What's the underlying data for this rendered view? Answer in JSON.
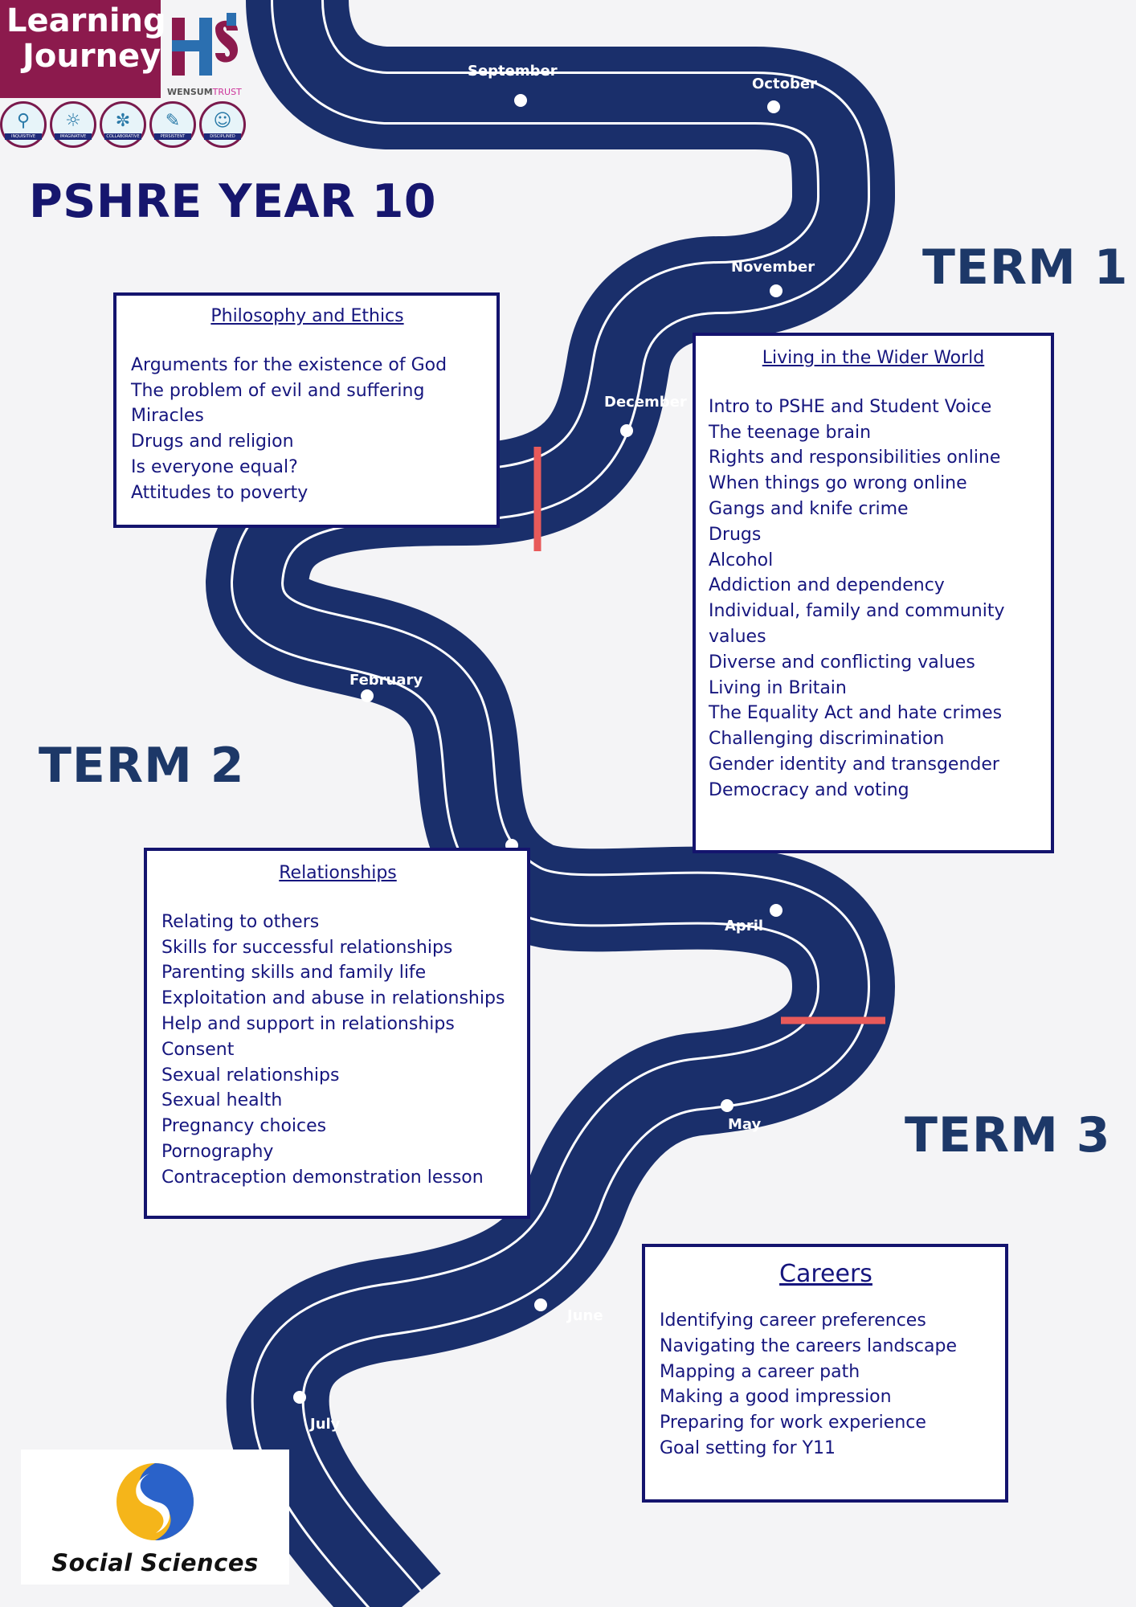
{
  "header": {
    "logo_line1": "Learning",
    "logo_line2": "Journey",
    "trust_name": "WENSUM",
    "trust_suffix": "TRUST",
    "virtues": [
      {
        "label": "INQUISITIVE",
        "icon": "magnifier-icon"
      },
      {
        "label": "IMAGINATIVE",
        "icon": "lightbulb-head-icon"
      },
      {
        "label": "COLLABORATIVE",
        "icon": "group-icon"
      },
      {
        "label": "PERSISTENT",
        "icon": "notebook-icon"
      },
      {
        "label": "DISCIPLINED",
        "icon": "head-brain-icon"
      }
    ]
  },
  "page_title": "PSHRE YEAR 10",
  "terms": {
    "term1": "TERM 1",
    "term2": "TERM 2",
    "term3": "TERM 3"
  },
  "months": {
    "september": "September",
    "october": "October",
    "november": "November",
    "december": "December",
    "february": "February",
    "april": "April",
    "may": "May",
    "june": "June",
    "july": "July"
  },
  "boxes": {
    "philosophy": {
      "title": "Philosophy and Ethics",
      "items": [
        "Arguments for the existence of God",
        "The problem of evil and suffering",
        "Miracles",
        "Drugs and religion",
        "Is everyone equal?",
        "Attitudes to poverty"
      ]
    },
    "wider_world": {
      "title": "Living in the Wider World",
      "items": [
        "Intro to PSHE and Student Voice",
        "The teenage brain",
        "Rights and responsibilities online",
        "When things go wrong online",
        "Gangs and knife crime",
        "Drugs",
        "Alcohol",
        "Addiction and dependency",
        "Individual, family and community",
        "values",
        "Diverse and conflicting values",
        "Living in Britain",
        "The Equality Act and hate crimes",
        "Challenging discrimination",
        "Gender identity and transgender",
        "Democracy and voting"
      ]
    },
    "relationships": {
      "title": "Relationships",
      "items": [
        "Relating to others",
        "Skills for successful relationships",
        "Parenting skills and family life",
        "Exploitation and abuse in relationships",
        "Help and support in relationships",
        "Consent",
        "Sexual relationships",
        "Sexual health",
        "Pregnancy choices",
        "Pornography",
        "Contraception demonstration lesson"
      ]
    },
    "careers": {
      "title": "Careers",
      "items": [
        "Identifying career preferences",
        "Navigating the careers landscape",
        "Mapping a career path",
        "Making a good impression",
        "Preparing for work experience",
        "Goal setting for Y11"
      ]
    }
  },
  "footer_logo": {
    "text": "Social Sciences"
  },
  "colors": {
    "road": "#1a2f6b",
    "road_line": "#ffffff",
    "term_divider": "#e85a5a",
    "title": "#16166e",
    "box_border": "#14146e",
    "logo_bg": "#8c1a4d"
  }
}
